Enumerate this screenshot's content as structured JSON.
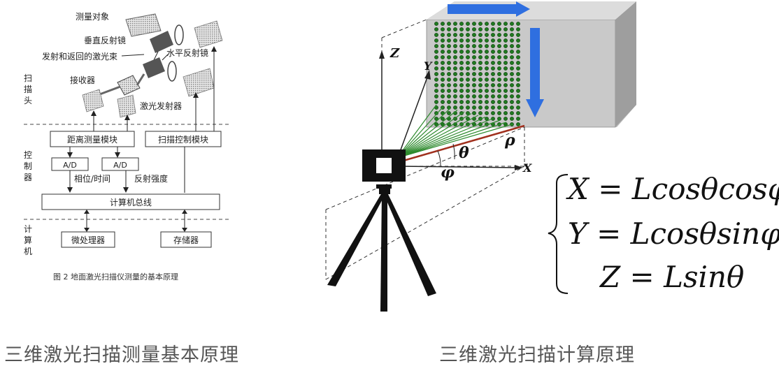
{
  "left_diagram": {
    "object_label": "测量对象",
    "vertical_mirror": "垂直反射镜",
    "beam": "发射和返回的激光束",
    "horizontal_mirror": "水平反射镜",
    "receiver": "接收器",
    "emitter": "激光发射器",
    "zone_scan_head": [
      "扫",
      "描",
      "头"
    ],
    "zone_controller": [
      "控",
      "制",
      "器"
    ],
    "zone_computer": [
      "计",
      "算",
      "机"
    ],
    "distance_module": "距离测量模块",
    "scan_control_module": "扫描控制模块",
    "ad1": "A/D",
    "ad2": "A/D",
    "phase_time": "相位/时间",
    "reflect_intensity": "反射强度",
    "bus": "计算机总线",
    "cpu": "微处理器",
    "storage": "存储器",
    "figure_caption": "图 2 地面激光扫描仪测量的基本原理"
  },
  "right_diagram": {
    "axis_z": "Z",
    "axis_y": "Y",
    "axis_x": "X",
    "theta": "θ",
    "rho": "ρ",
    "phi": "φ",
    "formula_x": "X = Lcosθcosφ",
    "formula_y": "Y = Lcosθsinφ",
    "formula_z": "Z = Lsinθ"
  },
  "captions": {
    "left": "三维激光扫描测量基本原理",
    "right": "三维激光扫描计算原理"
  },
  "colors": {
    "grid_dots": "#1f7a1f",
    "beam_lines": "#2e8b2e",
    "arrow_blue": "#2f6fe0",
    "rho_line": "#a0301e",
    "box_face": "#c8c8c8"
  }
}
